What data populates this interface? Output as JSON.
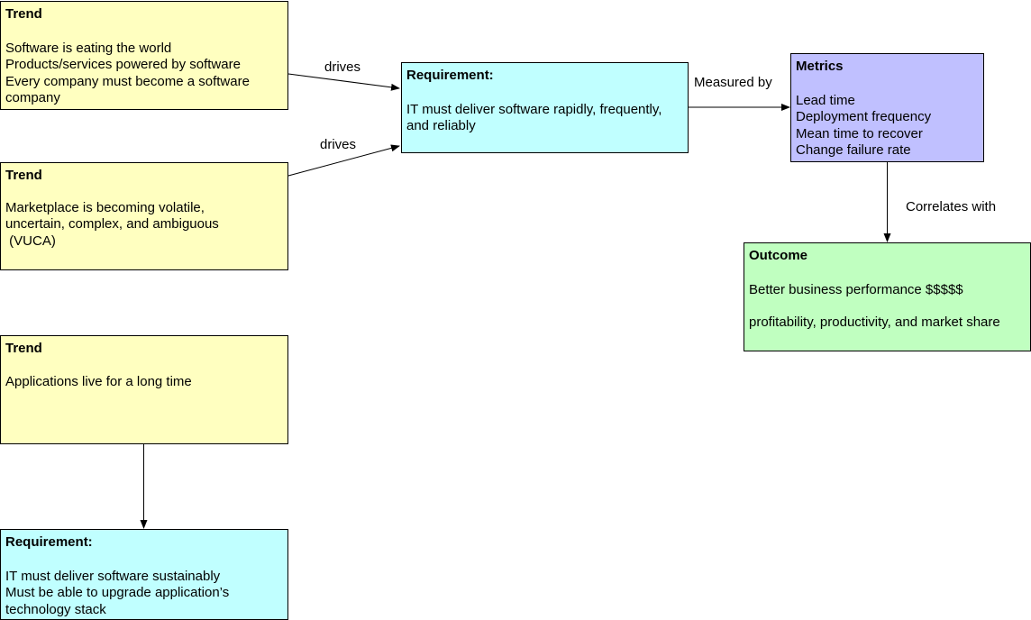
{
  "colors": {
    "trend": "#ffffc0",
    "requirement": "#c0ffff",
    "metrics": "#c0c0ff",
    "outcome": "#c0ffc0",
    "stroke": "#000000"
  },
  "nodes": {
    "trend1": {
      "title": "Trend",
      "lines": [
        "Software is eating the world",
        "Products/services powered by software",
        "Every company must become a software company"
      ]
    },
    "trend2": {
      "title": "Trend",
      "lines": [
        "Marketplace is becoming volatile, uncertain, complex, and ambiguous",
        " (VUCA)"
      ]
    },
    "trend3": {
      "title": "Trend",
      "lines": [
        "Applications live for a long time"
      ]
    },
    "req1": {
      "title": "Requirement:",
      "lines": [
        "IT must deliver software rapidly, frequently, and reliably"
      ]
    },
    "req2": {
      "title": "Requirement:",
      "lines": [
        "IT must deliver software sustainably",
        "Must be able to upgrade application’s technology stack"
      ]
    },
    "metrics": {
      "title": "Metrics",
      "lines": [
        "Lead time",
        "Deployment frequency",
        "Mean time to recover",
        "Change failure rate"
      ]
    },
    "outcome": {
      "title": "Outcome",
      "lines": [
        "Better business performance $$$$$",
        "profitability, productivity, and market share"
      ]
    }
  },
  "edge_labels": {
    "drives_1": "drives",
    "drives_2": "drives",
    "measured_by": "Measured by",
    "correlates_with": "Correlates with"
  }
}
